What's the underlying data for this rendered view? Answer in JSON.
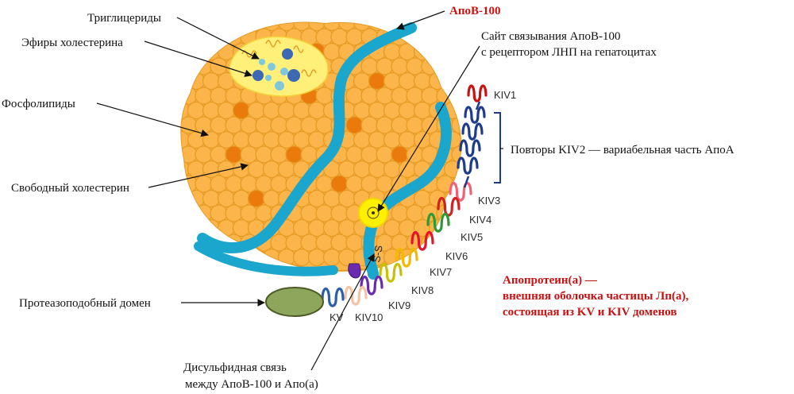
{
  "labels": {
    "triglycerides": "Триглицериды",
    "cholesterol_esters": "Эфиры холестерина",
    "phospholipids": "Фосфолипиды",
    "free_cholesterol": "Свободный холестерин",
    "protease_domain": "Протеазоподобный домен",
    "disulfide_line1": "Дисульфидная связь",
    "disulfide_line2": "между АпоВ-100 и Апо(а)",
    "apob100": "АпоВ-100",
    "site_line1": "Сайт связывания АпоВ-100",
    "site_line2": "с рецептором ЛНП на гепатоцитах",
    "kiv2_repeats": "Повторы KIV2 — вариабельная часть АпоА",
    "apoa_line1": "Апопротеин(а) —",
    "apoa_line2": "внешняя оболочка частицы Лп(а),",
    "apoa_line3": "состоящая из KV и KIV доменов",
    "ss": "S-S"
  },
  "kringles": [
    "KIV1",
    "KIV3",
    "KIV4",
    "KIV5",
    "KIV6",
    "KIV7",
    "KIV8",
    "KIV9",
    "KIV10",
    "KV"
  ],
  "colors": {
    "particle_light": "#fbb54a",
    "particle_edge": "#e79a22",
    "particle_dark": "#ea7a0c",
    "core_yellow": "#fff07a",
    "apob_blue": "#1aa6cd",
    "apoa_red": "#cc1111",
    "kiv2_navy": "#1f3c8c",
    "kiv3": "#f2607a",
    "kiv4": "#d42020",
    "kiv5": "#2e9a33",
    "kiv6": "#e5142a",
    "kiv7": "#f4b800",
    "kiv8": "#c8c000",
    "kiv9": "#6a2bb0",
    "kiv10": "#f3c4a4",
    "kv": "#2c5fa8",
    "protease": "#8ea55c",
    "binding_site": "#fff000"
  }
}
